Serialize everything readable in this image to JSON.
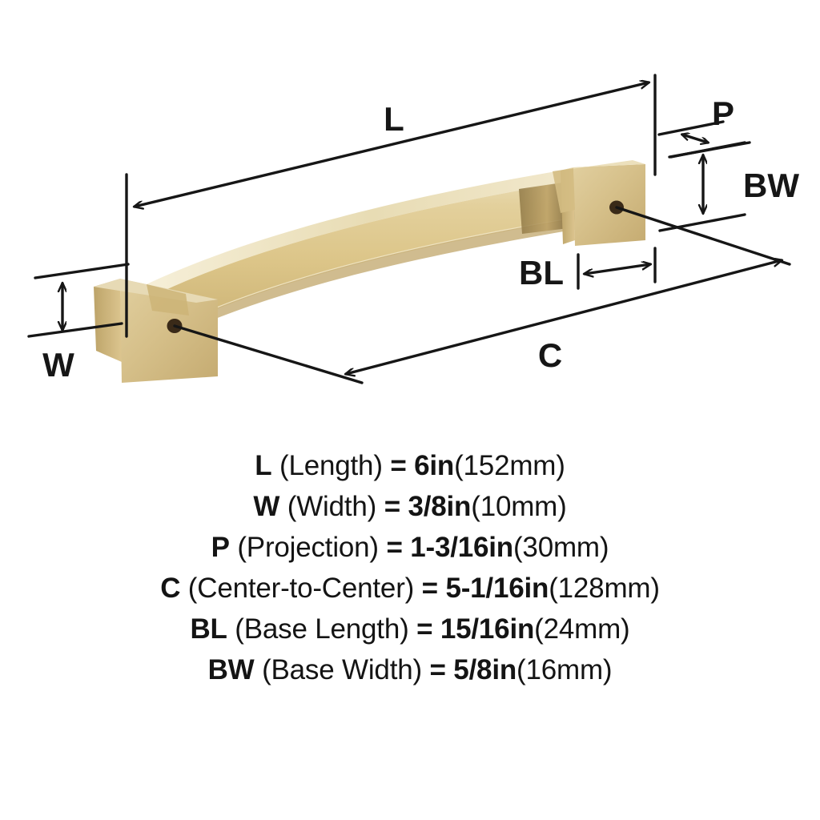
{
  "diagram": {
    "title": "Cabinet pull handle dimension diagram",
    "product_finish": "brushed gold",
    "colors": {
      "line": "#161616",
      "background": "#ffffff",
      "metal_light": "#e6d8ae",
      "metal_mid": "#ddc88c",
      "metal_dark": "#c8ad72",
      "metal_shadow": "#9d8554",
      "hole": "#3a2a18"
    },
    "callouts": [
      {
        "id": "L",
        "label": "L",
        "name": "length"
      },
      {
        "id": "W",
        "label": "W",
        "name": "width"
      },
      {
        "id": "P",
        "label": "P",
        "name": "projection"
      },
      {
        "id": "C",
        "label": "C",
        "name": "center-to-center"
      },
      {
        "id": "BL",
        "label": "BL",
        "name": "base-length"
      },
      {
        "id": "BW",
        "label": "BW",
        "name": "base-width"
      }
    ]
  },
  "specs": [
    {
      "code": "L",
      "desc": "(Length)",
      "eq": "=",
      "value": "6in",
      "metric": "(152mm)"
    },
    {
      "code": "W",
      "desc": "(Width)",
      "eq": "=",
      "value": "3/8in",
      "metric": "(10mm)"
    },
    {
      "code": "P",
      "desc": "(Projection)",
      "eq": "=",
      "value": "1-3/16in",
      "metric": "(30mm)"
    },
    {
      "code": "C",
      "desc": "(Center-to-Center)",
      "eq": "=",
      "value": "5-1/16in",
      "metric": "(128mm)"
    },
    {
      "code": "BL",
      "desc": "(Base Length)",
      "eq": "=",
      "value": "15/16in",
      "metric": "(24mm)"
    },
    {
      "code": "BW",
      "desc": "(Base Width)",
      "eq": "=",
      "value": "5/8in",
      "metric": "(16mm)"
    }
  ]
}
